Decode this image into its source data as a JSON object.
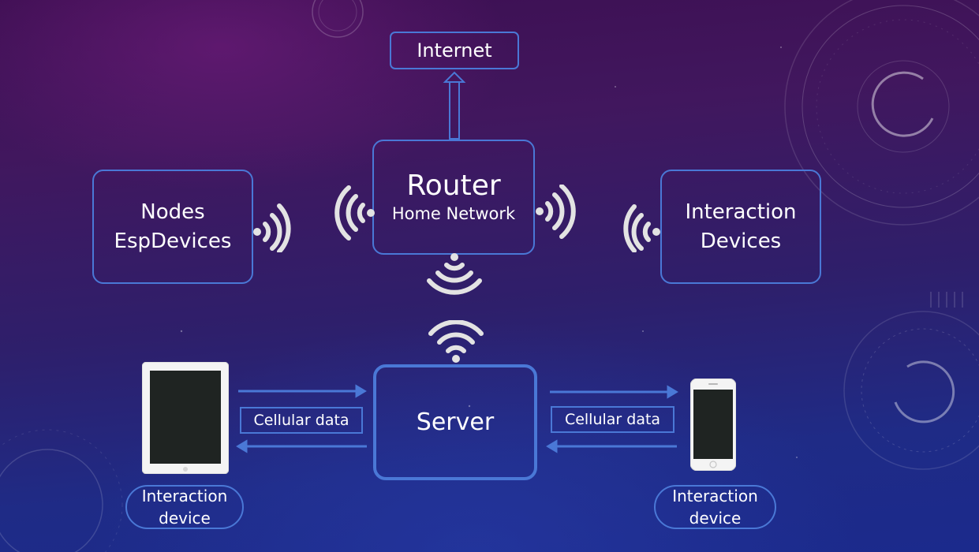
{
  "diagram": {
    "internet": "Internet",
    "router": {
      "title": "Router",
      "subtitle": "Home Network"
    },
    "nodes": {
      "line1": "Nodes",
      "line2": "EspDevices"
    },
    "interaction_devices": {
      "line1": "Interaction",
      "line2": "Devices"
    },
    "server": "Server",
    "left_link": "Cellular data",
    "right_link": "Cellular data",
    "left_device_label": {
      "line1": "Interaction",
      "line2": "device"
    },
    "right_device_label": {
      "line1": "Interaction",
      "line2": "device"
    }
  },
  "icons": {
    "wifi": "wifi-signal-icon",
    "tablet": "tablet-icon",
    "phone": "smartphone-icon"
  },
  "colors": {
    "box_border": "#4a78d6",
    "arrow": "#4a78d6",
    "wifi": "#e3e3e3",
    "text": "#ffffff"
  }
}
